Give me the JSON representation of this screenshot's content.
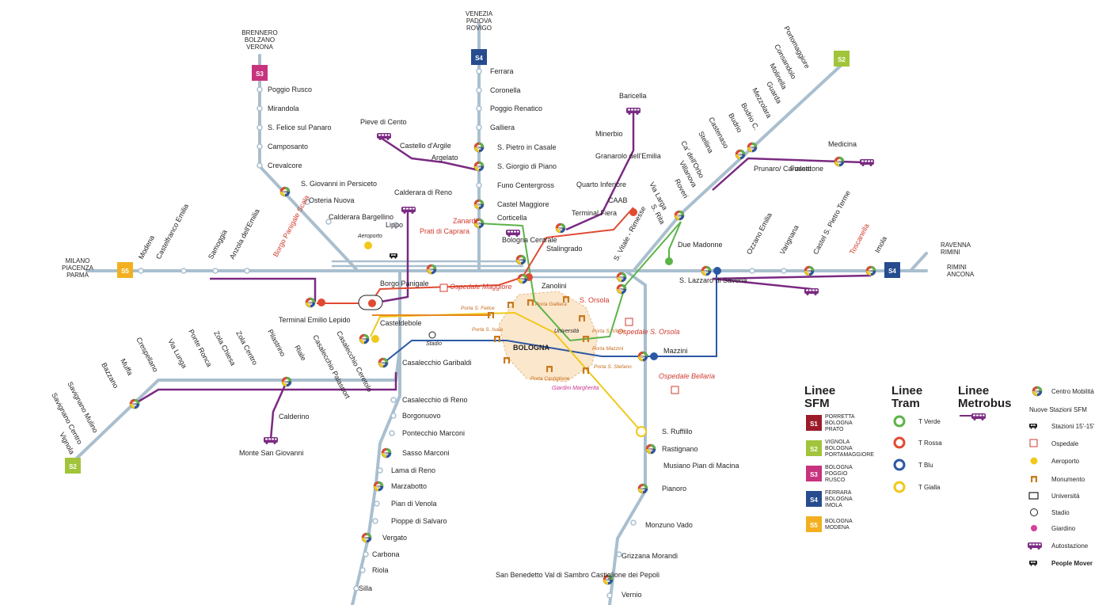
{
  "colors": {
    "rail": "#a9bfcf",
    "s1": "#9b1b2b",
    "s2": "#a1c43a",
    "s3": "#c7337e",
    "s4": "#264c8f",
    "s5": "#f2b020",
    "metrobus": "#7a2a82",
    "tram_green": "#5cb348",
    "tram_red": "#e14a32",
    "tram_blue": "#2b57a4",
    "tram_yellow": "#f0c81a",
    "monument": "#c97a1e",
    "garden": "#d4429a"
  },
  "line_badges": {
    "s2_north": "S2",
    "s2_south": "S2",
    "s3": "S3",
    "s4_north": "S4",
    "s4_east": "S4",
    "s5": "S5"
  },
  "destinations": {
    "north_s3": [
      "BRENNERO",
      "BOLZANO",
      "VERONA"
    ],
    "north_s4": [
      "VENEZIA",
      "PADOVA",
      "ROVIGO"
    ],
    "west": [
      "MILANO",
      "PIACENZA",
      "PARMA"
    ],
    "east_top": [
      "RAVENNA",
      "RIMINI"
    ],
    "east_bottom": [
      "RIMINI",
      "ANCONA"
    ]
  },
  "stations": {
    "s3": [
      "Poggio Rusco",
      "Mirandola",
      "S. Felice sul Panaro",
      "Camposanto",
      "Crevalcore",
      "S. Giovanni in Persiceto",
      "Osteria Nuova",
      "Calderara Bargellino"
    ],
    "s4_north": [
      "Ferrara",
      "Coronella",
      "Poggio Renatico",
      "Galliera",
      "S. Pietro in Casale",
      "S. Giorgio di Piano",
      "Funo Centergross",
      "Castel Maggiore",
      "Corticella"
    ],
    "s2_north": [
      "Portomaggiore",
      "Consandolo",
      "Molinella",
      "Guarda",
      "Mezzolara",
      "Budrio C.",
      "Budrio",
      "Castenaso",
      "Stellina",
      "Ca' dell'Orbo",
      "Villanova",
      "Roveri",
      "Via Larga",
      "S. Rita",
      "S. Vitale - Rimesse"
    ],
    "s5": [
      "Modena",
      "Castelfranco Emilia",
      "Samoggia",
      "Anzola dell'Emilia"
    ],
    "s4_east": [
      "Ozzano Emilia",
      "Varignana",
      "Castel S. Pietro Terme",
      "Imola"
    ],
    "s2_south": [
      "Vignola",
      "Savignano Centro",
      "Savignano Mulino",
      "Bazzano",
      "Muffa",
      "Crespellano",
      "Via Lunga",
      "Ponte Ronca",
      "Zola Chiesa",
      "Zola Centro",
      "Pilastrino",
      "Riale",
      "Casalecchio Palasport",
      "Casalecchio Ceretolo"
    ],
    "s1_south": [
      "Casalecchio di Reno",
      "Borgonuovo",
      "Pontecchio Marconi",
      "Sasso Marconi",
      "Lama di Reno",
      "Marzabotto",
      "Pian di Venola",
      "Pioppe di Salvaro",
      "Vergato",
      "Carbona",
      "Riola",
      "Silla"
    ],
    "se": [
      "S. Ruffillo",
      "Rastignano",
      "Musiano Pian di Macina",
      "Pianoro",
      "Monzuno Vado",
      "Grizzana Morandi",
      "San Benedetto Val di Sambro Castiglione dei Pepoli",
      "Vernio"
    ],
    "other": [
      "Pieve di Cento",
      "Castello d'Argile",
      "Argelato",
      "Calderara di Reno",
      "Lippo",
      "Aeroporto",
      "Baricella",
      "Minerbio",
      "Granarolo dell'Emilia",
      "Quarto Inferiore",
      "CAAB",
      "Terminal Fiera",
      "Stalingrado",
      "Bologna Centrale",
      "Zanolini",
      "Borgo Panigale",
      "Terminal Emilio Lepido",
      "Casteldebole",
      "Casalecchio Garibaldi",
      "Stadio",
      "Calderino",
      "Monte San Giovanni",
      "Medicina",
      "Prunaro/ Canaletti",
      "Fossatone",
      "Due Madonne",
      "S. Lazzaro di Savena",
      "Mazzini",
      "Ospedale Maggiore",
      "Ospedale S. Orsola",
      "Ospedale Bellaria",
      "Università",
      "Giardini Margherita",
      "BOLOGNA"
    ],
    "new_stations": [
      "Borgo Panigale Scala",
      "Prati di Caprara",
      "Zanardi",
      "S. Orsola",
      "Toscanella"
    ],
    "gates": [
      "Porta Galliera",
      "Porta S. Felice",
      "Porta S. Isaia",
      "Porta S. Vitale",
      "Porta Mazzini",
      "Porta S. Stefano",
      "Porta Castiglione"
    ]
  },
  "freq_label": "15'",
  "legend": {
    "sfm_title": [
      "Linee",
      "SFM"
    ],
    "tram_title": [
      "Linee",
      "Tram"
    ],
    "metrobus_title": [
      "Linee",
      "Metrobus"
    ],
    "sfm": [
      {
        "code": "S1",
        "text": [
          "PORRETTA",
          "BOLOGNA",
          "PRATO"
        ]
      },
      {
        "code": "S2",
        "text": [
          "VIGNOLA",
          "BOLOGNA",
          "PORTAMAGGIORE"
        ]
      },
      {
        "code": "S3",
        "text": [
          "BOLOGNA",
          "POGGIO",
          "RUSCO"
        ]
      },
      {
        "code": "S4",
        "text": [
          "FERRARA",
          "BOLOGNA",
          "IMOLA"
        ]
      },
      {
        "code": "S5",
        "text": [
          "BOLOGNA",
          "MODENA"
        ]
      }
    ],
    "tram": [
      "T Verde",
      "T Rossa",
      "T Blu",
      "T Gialla"
    ],
    "symbols": [
      "Centro Mobilità",
      "Nuove Stazioni SFM",
      "Stazioni 15'-15'",
      "Ospedale",
      "Aeroporto",
      "Monumento",
      "Università",
      "Stadio",
      "Giardino",
      "Autostazione",
      "People Mover"
    ]
  }
}
